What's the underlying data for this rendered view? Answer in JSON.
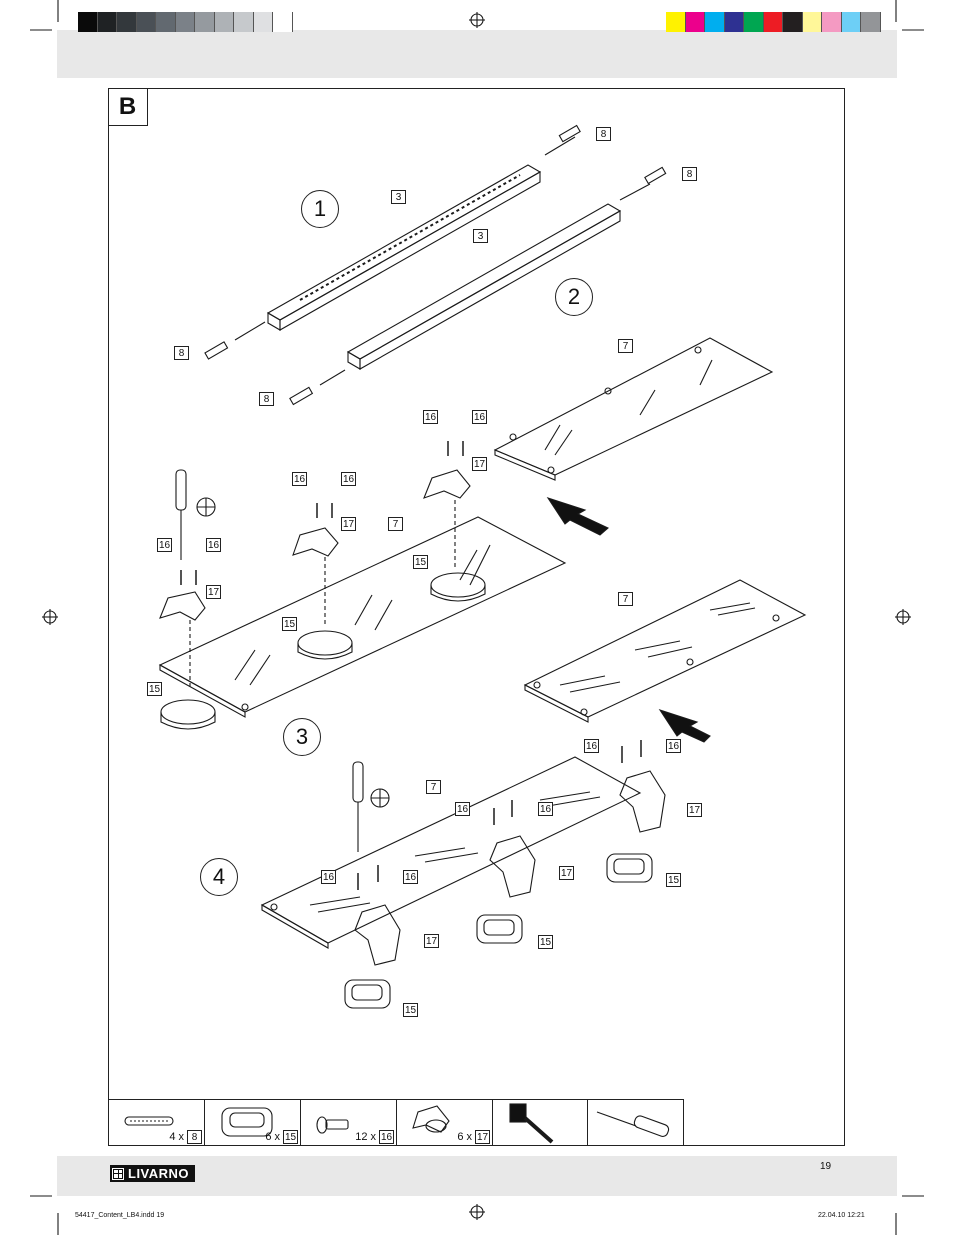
{
  "section_letter": "B",
  "step_numbers": [
    "1",
    "2",
    "3",
    "4"
  ],
  "part_labels": {
    "p8": "8",
    "p3": "3",
    "p7": "7",
    "p15": "15",
    "p16": "16",
    "p17": "17"
  },
  "inventory": [
    {
      "qty": "4 x",
      "part": "8"
    },
    {
      "qty": "6 x",
      "part": "15"
    },
    {
      "qty": "12 x",
      "part": "16"
    },
    {
      "qty": "6 x",
      "part": "17"
    }
  ],
  "brand": "LIVARNO",
  "page_number": "19",
  "footer_left": "54417_Content_LB4.indd   19",
  "footer_right": "22.04.10   12:21",
  "gray_swatches": [
    "#0a0a0a",
    "#1f2224",
    "#33383c",
    "#4a5056",
    "#626970",
    "#7b8188",
    "#959a9f",
    "#aeb2b6",
    "#c6c9cc",
    "#dfe0e2",
    "#ffffff"
  ],
  "cmyk_swatches": [
    "#fff200",
    "#ec008c",
    "#00aeef",
    "#2e3192",
    "#00a651",
    "#ed1c24",
    "#231f20",
    "#fff799",
    "#f49ac2",
    "#6dcff6",
    "#939598"
  ]
}
